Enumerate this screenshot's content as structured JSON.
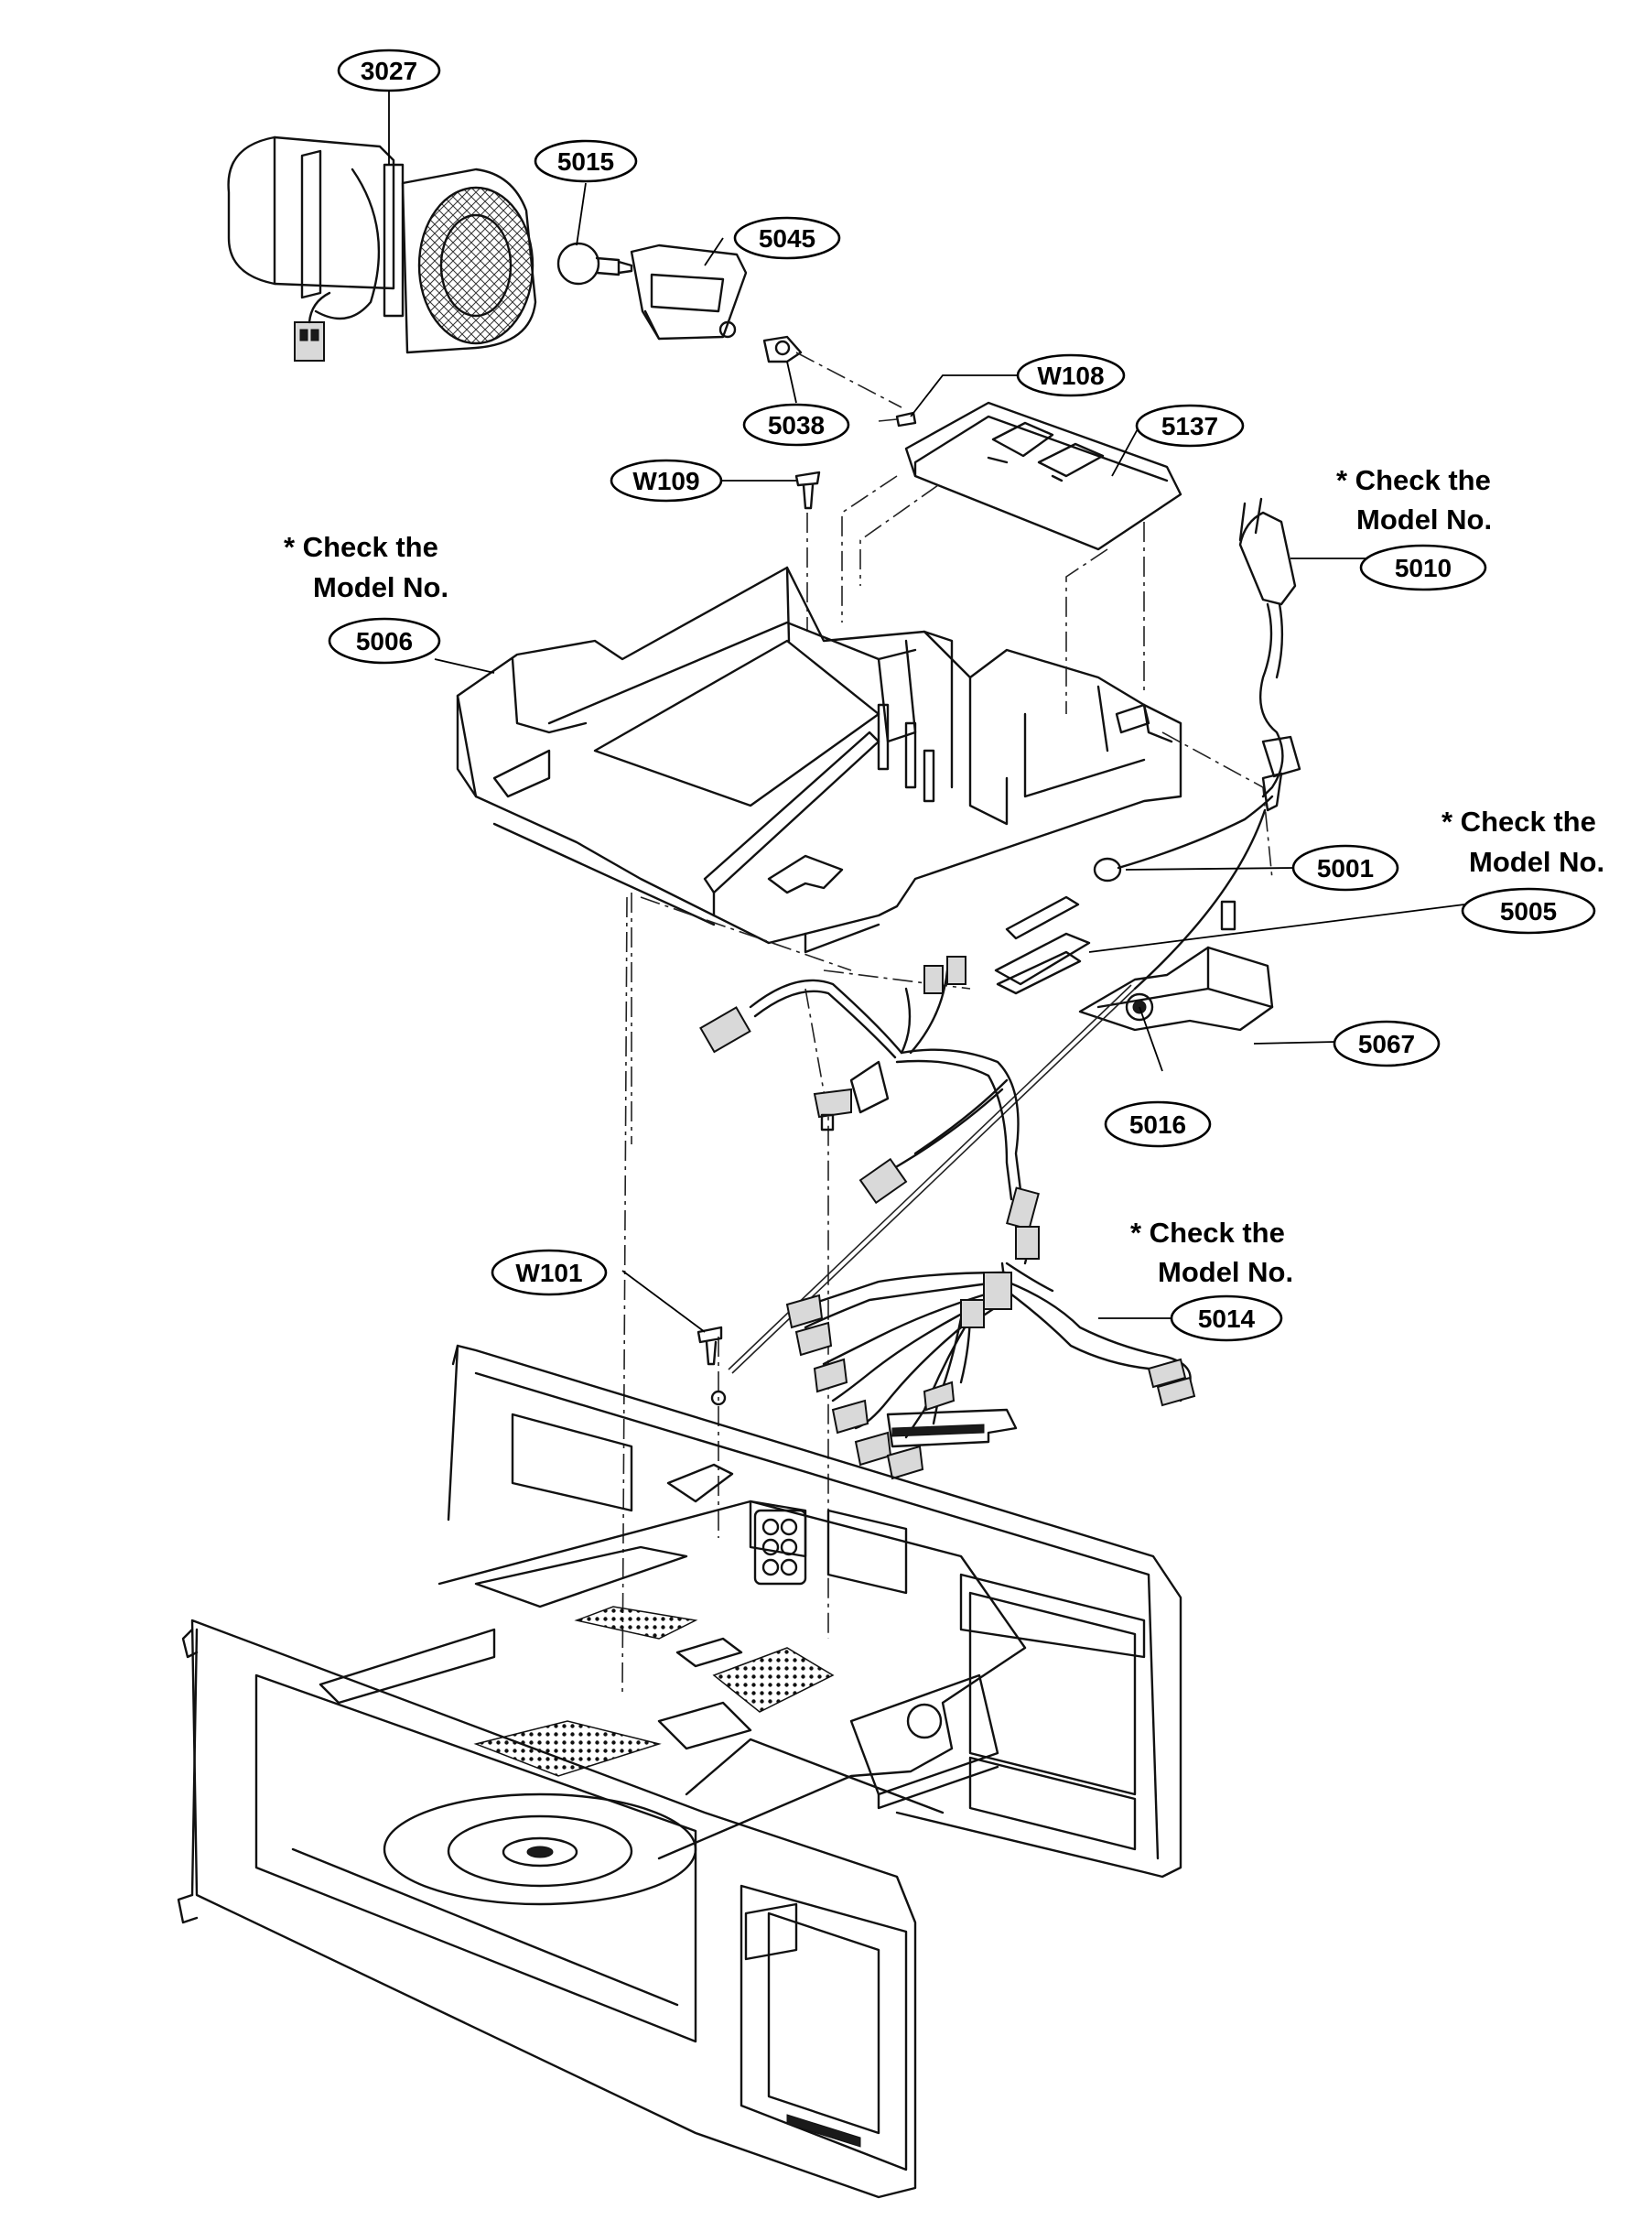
{
  "callouts": [
    {
      "key": "p3027",
      "label": "3027"
    },
    {
      "key": "p5015",
      "label": "5015"
    },
    {
      "key": "p5045",
      "label": "5045"
    },
    {
      "key": "pW108",
      "label": "W108"
    },
    {
      "key": "p5038",
      "label": "5038"
    },
    {
      "key": "p5137",
      "label": "5137"
    },
    {
      "key": "pW109",
      "label": "W109"
    },
    {
      "key": "p5010",
      "label": "5010"
    },
    {
      "key": "p5006",
      "label": "5006"
    },
    {
      "key": "p5001",
      "label": "5001"
    },
    {
      "key": "p5005",
      "label": "5005"
    },
    {
      "key": "p5067",
      "label": "5067"
    },
    {
      "key": "p5016",
      "label": "5016"
    },
    {
      "key": "pW101",
      "label": "W101"
    },
    {
      "key": "p5014",
      "label": "5014"
    }
  ],
  "notes": {
    "model_note_line1": "* Check the",
    "model_note_line2": "Model No."
  }
}
